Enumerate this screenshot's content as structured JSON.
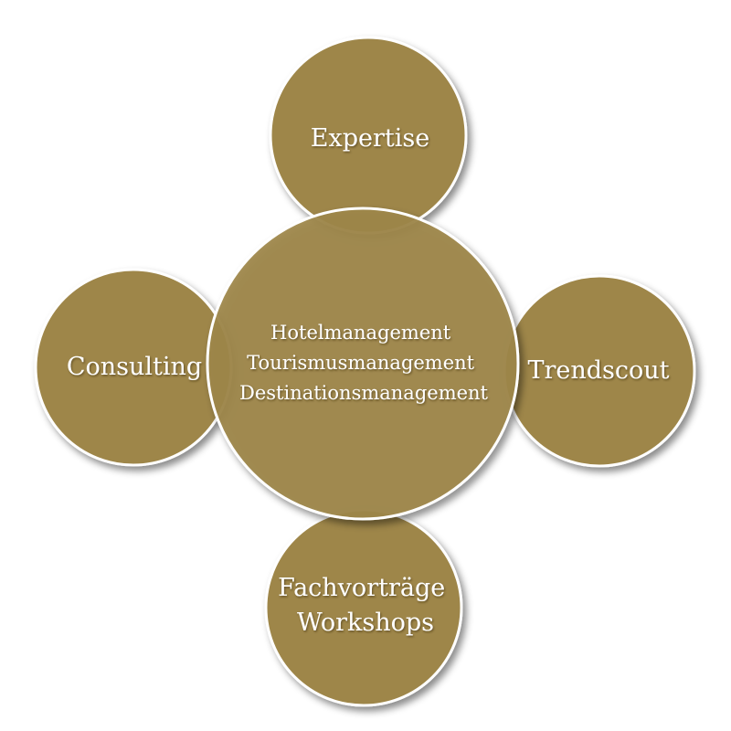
{
  "colors": {
    "circle_fill": "#9E8649",
    "circle_rim": "#ffffff",
    "background": "#ffffff"
  },
  "center": {
    "lines": [
      "Hotelmanagement",
      "Tourismusmanagement",
      "Destinationsmanagement"
    ]
  },
  "satellites": [
    {
      "key": "top",
      "lines": [
        "Expertise"
      ]
    },
    {
      "key": "left",
      "lines": [
        "Consulting"
      ]
    },
    {
      "key": "right",
      "lines": [
        "Trendscout"
      ]
    },
    {
      "key": "bottom",
      "lines": [
        "Fachvorträge",
        "Workshops"
      ]
    }
  ]
}
